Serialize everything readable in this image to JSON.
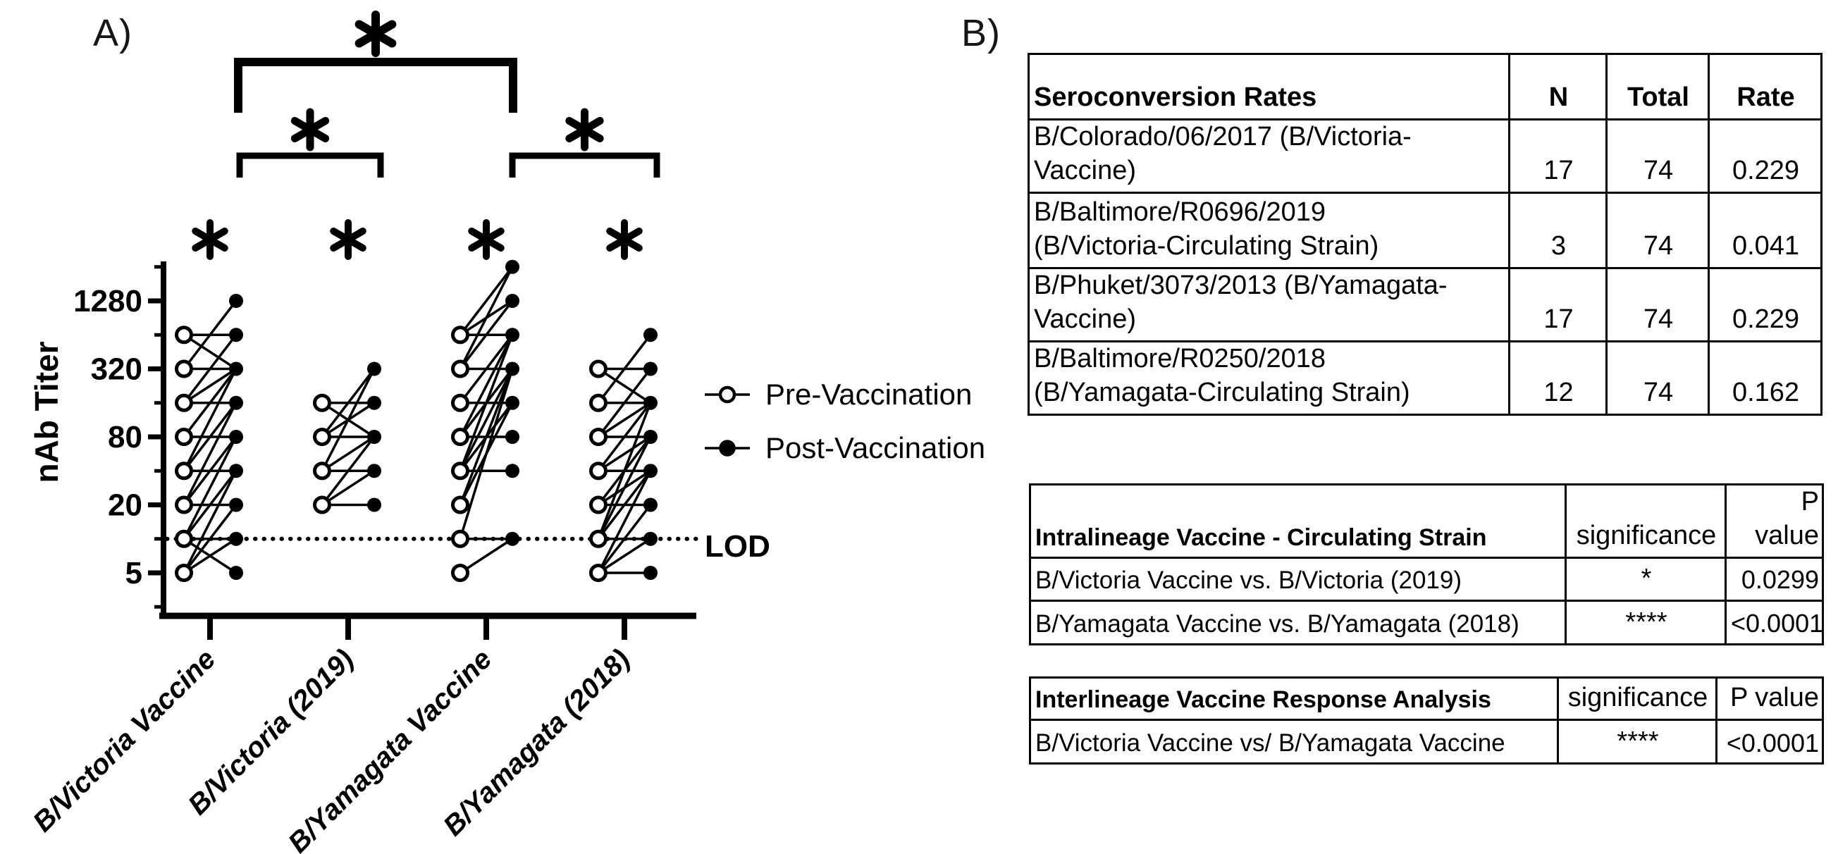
{
  "panel_a": {
    "label": "A)"
  },
  "panel_b": {
    "label": "B)"
  },
  "chart_data": {
    "type": "scatter",
    "subtype": "paired-pre-post-log-titer",
    "title": "",
    "xlabel": "",
    "ylabel": "nAb Titer",
    "yscale": "log",
    "ylim": [
      2.5,
      2560
    ],
    "ytick_labels": [
      "1280",
      "320",
      "80",
      "20",
      "5"
    ],
    "ytick_values": [
      1280,
      320,
      80,
      20,
      5
    ],
    "minor_tick_values": [
      2560,
      640,
      160,
      40,
      10,
      2.5
    ],
    "grid": false,
    "lod": {
      "value": 10,
      "label": "LOD"
    },
    "legend_position": "right",
    "legend": [
      {
        "label": "Pre-Vaccination",
        "marker": "open-circle"
      },
      {
        "label": "Post-Vaccination",
        "marker": "filled-circle"
      }
    ],
    "groups": [
      {
        "label": "B/Victoria Vaccine",
        "significance": "*",
        "pre": [
          640,
          320,
          160,
          80,
          40,
          20,
          10,
          5
        ],
        "post": [
          1280,
          640,
          320,
          160,
          80,
          40,
          20,
          10,
          5
        ],
        "pairs": [
          [
            640,
            640
          ],
          [
            640,
            320
          ],
          [
            320,
            320
          ],
          [
            320,
            1280
          ],
          [
            160,
            160
          ],
          [
            160,
            320
          ],
          [
            160,
            640
          ],
          [
            80,
            80
          ],
          [
            80,
            320
          ],
          [
            40,
            40
          ],
          [
            40,
            160
          ],
          [
            40,
            320
          ],
          [
            20,
            20
          ],
          [
            20,
            80
          ],
          [
            20,
            160
          ],
          [
            10,
            10
          ],
          [
            10,
            40
          ],
          [
            10,
            80
          ],
          [
            10,
            5
          ],
          [
            5,
            10
          ],
          [
            5,
            20
          ],
          [
            5,
            40
          ]
        ]
      },
      {
        "label": "B/Victoria (2019)",
        "significance": "*",
        "pre": [
          160,
          80,
          40,
          20
        ],
        "post": [
          320,
          160,
          80,
          40,
          20
        ],
        "pairs": [
          [
            160,
            160
          ],
          [
            160,
            80
          ],
          [
            80,
            320
          ],
          [
            80,
            160
          ],
          [
            80,
            80
          ],
          [
            40,
            320
          ],
          [
            40,
            80
          ],
          [
            40,
            40
          ],
          [
            20,
            80
          ],
          [
            20,
            40
          ],
          [
            20,
            20
          ]
        ]
      },
      {
        "label": "B/Yamagata Vaccine",
        "significance": "*",
        "pre": [
          640,
          320,
          160,
          80,
          40,
          20,
          10,
          5
        ],
        "post": [
          2560,
          1280,
          640,
          320,
          160,
          80,
          40,
          10
        ],
        "pairs": [
          [
            640,
            640
          ],
          [
            640,
            2560
          ],
          [
            640,
            1280
          ],
          [
            320,
            2560
          ],
          [
            320,
            1280
          ],
          [
            320,
            320
          ],
          [
            160,
            640
          ],
          [
            160,
            160
          ],
          [
            80,
            640
          ],
          [
            80,
            320
          ],
          [
            80,
            80
          ],
          [
            40,
            640
          ],
          [
            40,
            320
          ],
          [
            40,
            160
          ],
          [
            40,
            40
          ],
          [
            20,
            320
          ],
          [
            20,
            160
          ],
          [
            10,
            320
          ],
          [
            10,
            10
          ],
          [
            5,
            10
          ]
        ]
      },
      {
        "label": "B/Yamagata (2018)",
        "significance": "*",
        "pre": [
          320,
          160,
          80,
          40,
          20,
          10,
          5
        ],
        "post": [
          640,
          320,
          160,
          80,
          40,
          20,
          10,
          5
        ],
        "pairs": [
          [
            320,
            320
          ],
          [
            320,
            160
          ],
          [
            160,
            640
          ],
          [
            160,
            160
          ],
          [
            80,
            320
          ],
          [
            80,
            160
          ],
          [
            80,
            80
          ],
          [
            40,
            160
          ],
          [
            40,
            80
          ],
          [
            40,
            40
          ],
          [
            20,
            80
          ],
          [
            20,
            40
          ],
          [
            20,
            20
          ],
          [
            10,
            160
          ],
          [
            10,
            80
          ],
          [
            10,
            40
          ],
          [
            10,
            10
          ],
          [
            5,
            5
          ],
          [
            5,
            10
          ],
          [
            5,
            20
          ],
          [
            5,
            40
          ]
        ]
      }
    ],
    "comparisons": [
      {
        "between": [
          "B/Victoria Vaccine",
          "B/Yamagata Vaccine"
        ],
        "label": "*",
        "tier": "outer"
      },
      {
        "between": [
          "B/Victoria Vaccine",
          "B/Victoria (2019)"
        ],
        "label": "*",
        "tier": "inner"
      },
      {
        "between": [
          "B/Yamagata Vaccine",
          "B/Yamagata (2018)"
        ],
        "label": "*",
        "tier": "inner"
      }
    ]
  },
  "tables": {
    "seroconversion": {
      "header": {
        "title": "Seroconversion Rates",
        "cols": [
          "N",
          "Total",
          "Rate"
        ]
      },
      "rows": [
        {
          "name_lines": [
            "B/Colorado/06/2017 (B/Victoria-",
            "Vaccine)"
          ],
          "n": "17",
          "total": "74",
          "rate": "0.229"
        },
        {
          "name_lines": [
            "B/Baltimore/R0696/2019",
            "(B/Victoria-Circulating Strain)"
          ],
          "n": "3",
          "total": "74",
          "rate": "0.041"
        },
        {
          "name_lines": [
            "B/Phuket/3073/2013 (B/Yamagata-",
            "Vaccine)"
          ],
          "n": "17",
          "total": "74",
          "rate": "0.229"
        },
        {
          "name_lines": [
            "B/Baltimore/R0250/2018",
            "(B/Yamagata-Circulating Strain)"
          ],
          "n": "12",
          "total": "74",
          "rate": "0.162"
        }
      ]
    },
    "intralineage": {
      "header": {
        "title": "Intralineage Vaccine - Circulating Strain",
        "cols": [
          "significance",
          "P value"
        ]
      },
      "rows": [
        {
          "name": "B/Victoria Vaccine vs. B/Victoria (2019)",
          "significance": "*",
          "p": "0.0299"
        },
        {
          "name": "B/Yamagata Vaccine vs. B/Yamagata (2018)",
          "significance": "****",
          "p": "<0.0001"
        }
      ]
    },
    "interlineage": {
      "header": {
        "title": "Interlineage Vaccine Response Analysis",
        "cols": [
          "significance",
          "P value"
        ]
      },
      "rows": [
        {
          "name": "B/Victoria Vaccine vs/ B/Yamagata Vaccine",
          "significance": "****",
          "p": "<0.0001"
        }
      ]
    }
  }
}
